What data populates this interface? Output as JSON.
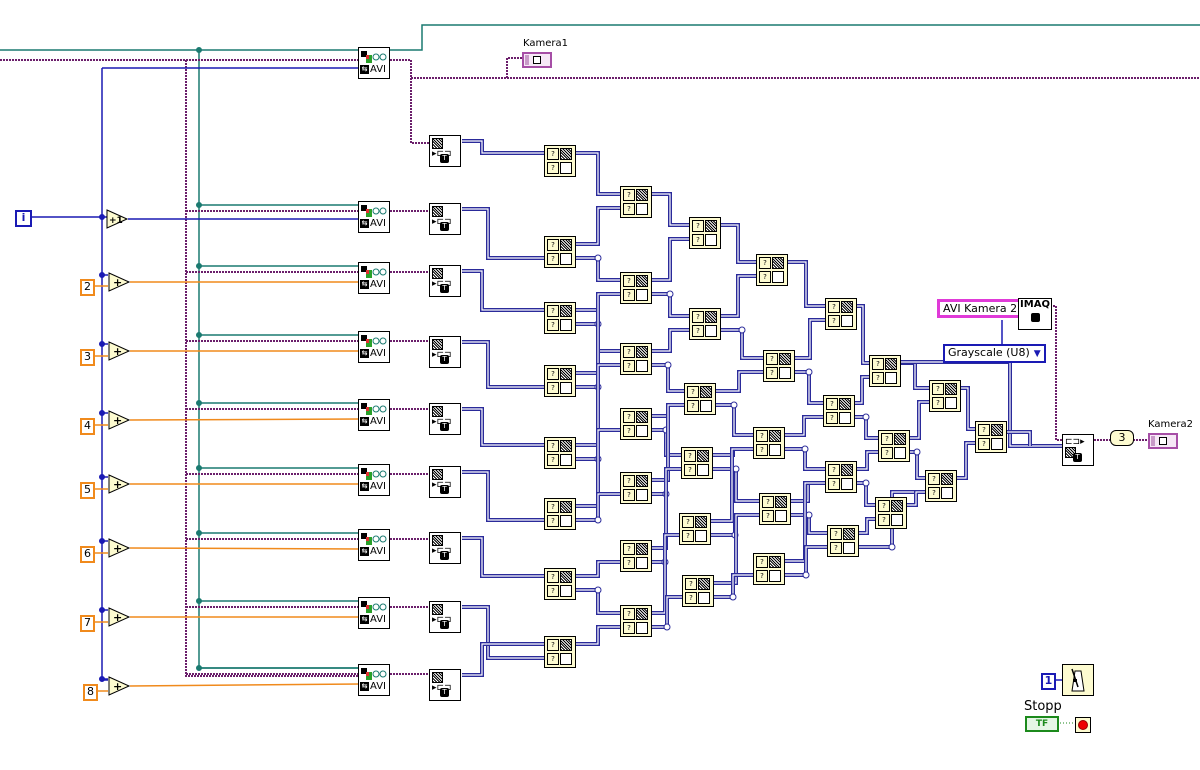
{
  "diagram": {
    "type": "LabVIEW block diagram",
    "colors": {
      "wire_refnum": "#6b1f6b",
      "wire_image_ref": "#1a7a70",
      "wire_int": "#1a1ab4",
      "wire_dbl": "#f08a1c",
      "wire_cluster": "#2a2a9a",
      "node_fill": "#fdfbd0",
      "string_border": "#e03ad8",
      "bool_green": "#1c8a1c"
    }
  },
  "indicators": {
    "kamera1": {
      "label": "Kamera1"
    },
    "kamera2": {
      "label": "Kamera2"
    }
  },
  "loop_iteration": {
    "label": "i"
  },
  "increment": {
    "label": "+1"
  },
  "add_label": "+",
  "offset_constants": [
    "2",
    "3",
    "4",
    "5",
    "6",
    "7",
    "8"
  ],
  "avi_read_nodes": {
    "count": 9,
    "label": "AVI"
  },
  "converter_nodes": {
    "count": 9
  },
  "compare_nodes": {
    "count": 36
  },
  "imaq_create": {
    "label": "IMAQ",
    "image_name": "AVI Kamera 2",
    "image_type": "Grayscale (U8)"
  },
  "index_constant": "3",
  "wait_ms": {
    "value": "1"
  },
  "stop": {
    "label": "Stopp",
    "control_text": "TF"
  }
}
